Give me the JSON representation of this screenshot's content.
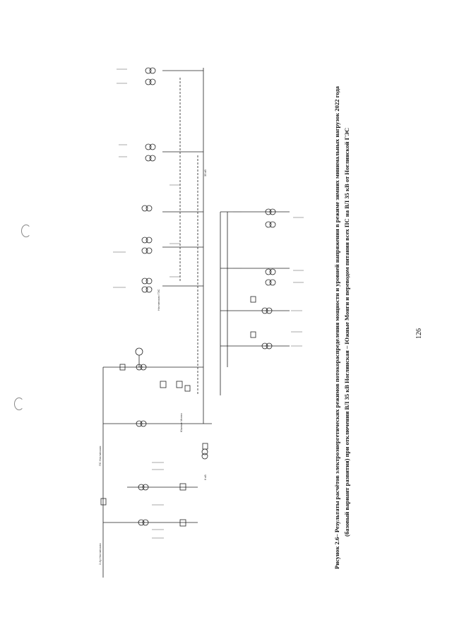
{
  "caption": {
    "line1": "Рисунок 2.6– Результаты расчётов электроэнергетических режимов потокораспределения мощности и уровней напряжения в режиме зимних минимальных нагрузок 2022 года",
    "line2": "(базовый вариант развития) при отключении ВЛ 35 кВ Ноглинская – Южные Монги и переводом питания всех ПС на ВЛ 35 кВ от Ноглинской ГЭС"
  },
  "page_number": "126",
  "diagram": {
    "source_label": "2-Ку Ноглинская",
    "node_labels": [
      "ПС Ноглинская",
      "Южные Монги",
      "Ноглинская ГЭС",
      "35 кВ",
      "6 кВ"
    ]
  },
  "colors": {
    "line": "#222222",
    "caption": "#111111",
    "page": "#ffffff"
  }
}
